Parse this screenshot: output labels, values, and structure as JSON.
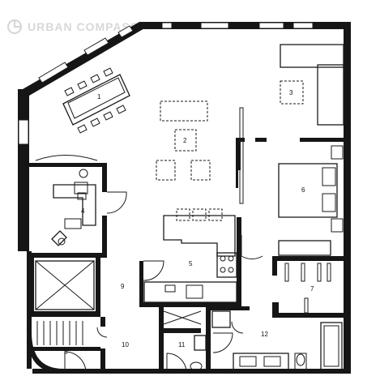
{
  "brand": {
    "name": "URBAN COMPASS",
    "logo_icon": "compass-logo-icon"
  },
  "rooms": [
    {
      "label": "1"
    },
    {
      "label": "2"
    },
    {
      "label": "3"
    },
    {
      "label": "4"
    },
    {
      "label": "5"
    },
    {
      "label": "6"
    },
    {
      "label": "7"
    },
    {
      "label": "8"
    },
    {
      "label": "9"
    },
    {
      "label": "10"
    },
    {
      "label": "11"
    },
    {
      "label": "12"
    }
  ]
}
